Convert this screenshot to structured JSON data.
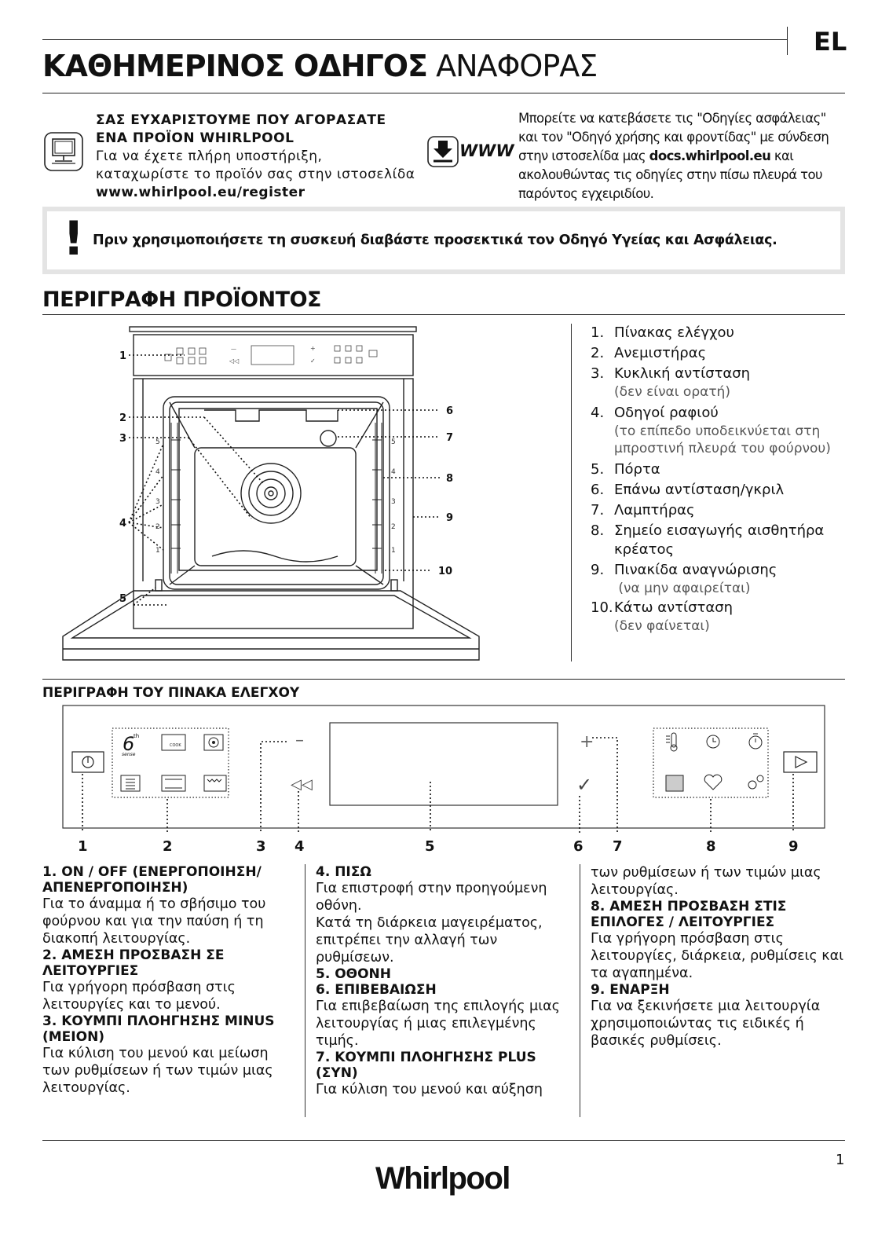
{
  "lang": "EL",
  "title": {
    "bold": "ΚΑΘΗΜΕΡΙΝΟΣ ΟΔΗΓΟΣ",
    "light": " ΑΝΑΦΟΡΑΣ"
  },
  "intro": {
    "thanks_line1": "ΣΑΣ ΕΥΧΑΡΙΣΤΟΥΜΕ ΠΟΥ ΑΓΟΡΑΣΑΤΕ",
    "thanks_line2": "ΕΝΑ ΠΡΟΪΟΝ WHIRLPOOL",
    "support_line1": "Για να έχετε πλήρη υποστήριξη,",
    "support_line2": "καταχωρίστε το προϊόν σας στην ιστοσελίδα",
    "register_url": "www.whirlpool.eu/register",
    "www_label": "WWW",
    "download_line1": "Μπορείτε να κατεβάσετε τις \"Οδηγίες ασφάλειας\"",
    "download_line2": "και τον \"Οδηγό χρήσης και φροντίδας\" με σύνδεση",
    "download_line3a": "στην ιστοσελίδα μας ",
    "download_line3b": "docs.whirlpool.eu",
    "download_line3c": " και",
    "download_line4": "ακολουθώντας τις οδηγίες στην πίσω πλευρά του",
    "download_line5": "παρόντος εγχειριδίου."
  },
  "warning": {
    "mark": "!",
    "text": "Πριν χρησιμοποιήσετε τη συσκευή διαβάστε προσεκτικά τον Οδηγό Υγείας και Ασφάλειας."
  },
  "product": {
    "heading": "ΠΕΡΙΓΡΑΦΗ ΠΡΟΪΟΝΤΟΣ",
    "legend": [
      {
        "n": "1.",
        "label": "Πίνακας ελέγχου",
        "sub": ""
      },
      {
        "n": "2.",
        "label": "Ανεμιστήρας",
        "sub": ""
      },
      {
        "n": "3.",
        "label": "Κυκλική αντίσταση",
        "sub": "(δεν είναι ορατή)"
      },
      {
        "n": "4.",
        "label": "Οδηγοί ραφιού",
        "sub": "(το επίπεδο υποδεικνύεται στη",
        "sub2": "μπροστινή πλευρά του φούρνου)"
      },
      {
        "n": "5.",
        "label": "Πόρτα",
        "sub": ""
      },
      {
        "n": "6.",
        "label": "Επάνω αντίσταση/γκριλ",
        "sub": ""
      },
      {
        "n": "7.",
        "label": "Λαμπτήρας",
        "sub": ""
      },
      {
        "n": "8.",
        "label": "Σημείο εισαγωγής αισθητήρα",
        "sub": "κρέατος",
        "subdark": true
      },
      {
        "n": "9.",
        "label": "Πινακίδα αναγνώρισης",
        "sub": " (να μην αφαιρείται)"
      },
      {
        "n": "10.",
        "label": "Κάτω αντίσταση",
        "sub": "(δεν φαίνεται)"
      }
    ],
    "callouts": [
      "1",
      "2",
      "3",
      "4",
      "5",
      "6",
      "7",
      "8",
      "9",
      "10"
    ],
    "rack_levels": [
      "5",
      "4",
      "3",
      "2",
      "1"
    ]
  },
  "panel": {
    "heading": "ΠΕΡΙΓΡΑΦΗ ΤΟΥ ΠΙΝΑΚΑ ΕΛΕΓΧΟΥ",
    "sixth_sense": "6",
    "sixth_sup": "th",
    "sense": "sense",
    "cook": "COOK",
    "numbers": [
      "1",
      "2",
      "3",
      "4",
      "5",
      "6",
      "7",
      "8",
      "9"
    ]
  },
  "descriptions": {
    "c1": [
      {
        "h": "1. ON / OFF (ΕΝΕΡΓΟΠΟΙΗΣΗ/ ΑΠΕΝΕΡΓΟΠΟΙΗΣΗ)",
        "p": "Για το άναμμα ή το σβήσιμο του φούρνου και για την παύση ή τη διακοπή λειτουργίας."
      },
      {
        "h": "2. ΑΜΕΣΗ ΠΡΟΣΒΑΣΗ ΣΕ ΛΕΙΤΟΥΡΓΙΕΣ",
        "p": "Για γρήγορη πρόσβαση στις λειτουργίες και το μενού."
      },
      {
        "h": "3. ΚΟΥΜΠΙ ΠΛΟΗΓΗΣΗΣ MINUS (ΜΕΙΟΝ)",
        "p": "Για κύλιση του μενού και μείωση των ρυθμίσεων ή των τιμών μιας λειτουργίας."
      }
    ],
    "c2": [
      {
        "h": "4. ΠΙΣΩ",
        "p": "Για επιστροφή στην προηγούμενη οθόνη.",
        "p2": "Κατά τη διάρκεια μαγειρέματος, επιτρέπει την αλλαγή των ρυθμίσεων."
      },
      {
        "h": "5. ΟΘΟΝΗ",
        "p": ""
      },
      {
        "h": "6. ΕΠΙΒΕΒΑΙΩΣΗ",
        "p": "Για επιβεβαίωση της επιλογής μιας λειτουργίας ή μιας επιλεγμένης τιμής."
      },
      {
        "h": "7. ΚΟΥΜΠΙ ΠΛΟΗΓΗΣΗΣ PLUS (ΣΥΝ)",
        "p": "Για κύλιση του μενού και αύξηση"
      }
    ],
    "c3": [
      {
        "h": "",
        "p": "των ρυθμίσεων ή των τιμών μιας λειτουργίας."
      },
      {
        "h": "8. ΑΜΕΣΗ ΠΡΟΣΒΑΣΗ ΣΤΙΣ ΕΠΙΛΟΓΕΣ / ΛΕΙΤΟΥΡΓΙΕΣ",
        "p": "Για γρήγορη πρόσβαση στις λειτουργίες, διάρκεια, ρυθμίσεις και τα αγαπημένα."
      },
      {
        "h": "9. ΕΝΑΡΞΗ",
        "p": "Για να ξεκινήσετε μια λειτουργία χρησιμοποιώντας τις ειδικές ή βασικές ρυθμίσεις."
      }
    ]
  },
  "footer": {
    "page": "1",
    "brand": "Whirlpool"
  }
}
